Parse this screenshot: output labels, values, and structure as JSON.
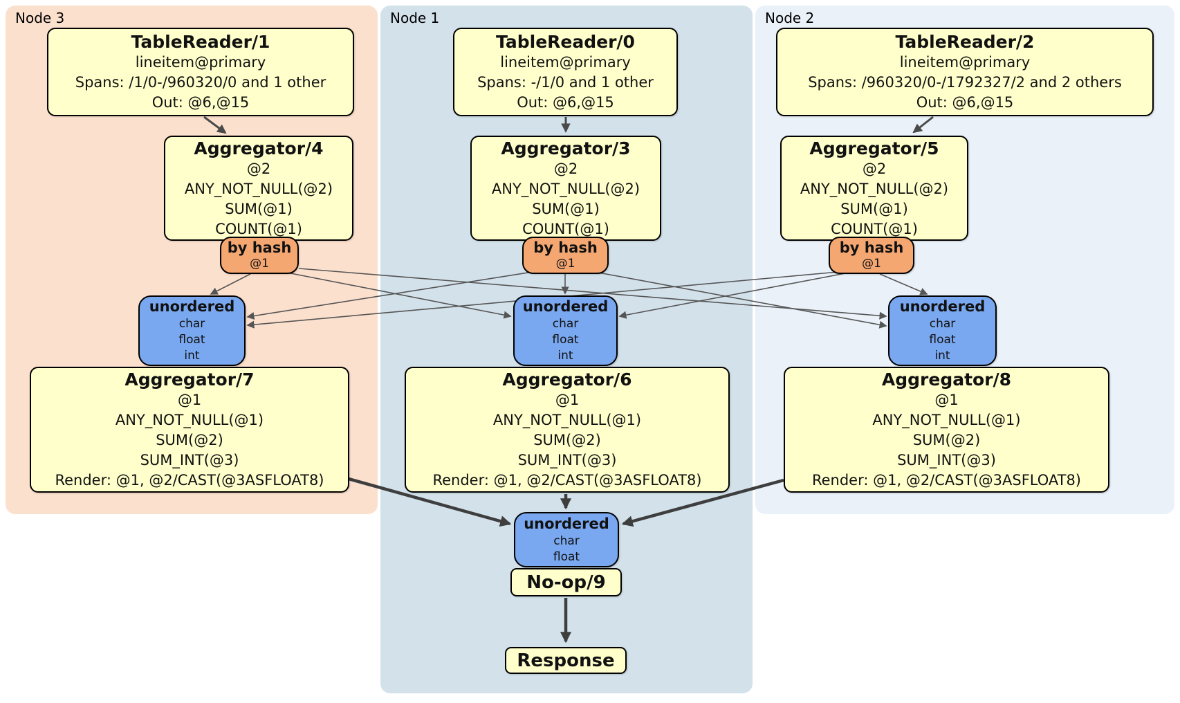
{
  "panels": [
    {
      "id": "node3",
      "label": "Node 3"
    },
    {
      "id": "node1",
      "label": "Node 1"
    },
    {
      "id": "node2",
      "label": "Node 2"
    }
  ],
  "boxes": {
    "tr1": {
      "title": "TableReader/1",
      "lines": [
        "lineitem@primary",
        "Spans: /1/0-/960320/0 and 1 other",
        "Out: @6,@15"
      ]
    },
    "tr0": {
      "title": "TableReader/0",
      "lines": [
        "lineitem@primary",
        "Spans: -/1/0 and 1 other",
        "Out: @6,@15"
      ]
    },
    "tr2": {
      "title": "TableReader/2",
      "lines": [
        "lineitem@primary",
        "Spans: /960320/0-/1792327/2 and 2 others",
        "Out: @6,@15"
      ]
    },
    "agg4": {
      "title": "Aggregator/4",
      "lines": [
        "@2",
        "ANY_NOT_NULL(@2)",
        "SUM(@1)",
        "COUNT(@1)"
      ]
    },
    "agg3": {
      "title": "Aggregator/3",
      "lines": [
        "@2",
        "ANY_NOT_NULL(@2)",
        "SUM(@1)",
        "COUNT(@1)"
      ]
    },
    "agg5": {
      "title": "Aggregator/5",
      "lines": [
        "@2",
        "ANY_NOT_NULL(@2)",
        "SUM(@1)",
        "COUNT(@1)"
      ]
    },
    "hash3": {
      "title": "by hash",
      "lines": [
        "@1"
      ]
    },
    "hash1": {
      "title": "by hash",
      "lines": [
        "@1"
      ]
    },
    "hash2": {
      "title": "by hash",
      "lines": [
        "@1"
      ]
    },
    "sync3": {
      "title": "unordered",
      "lines": [
        "char",
        "float",
        "int"
      ]
    },
    "sync1": {
      "title": "unordered",
      "lines": [
        "char",
        "float",
        "int"
      ]
    },
    "sync2": {
      "title": "unordered",
      "lines": [
        "char",
        "float",
        "int"
      ]
    },
    "agg7": {
      "title": "Aggregator/7",
      "lines": [
        "@1",
        "ANY_NOT_NULL(@1)",
        "SUM(@2)",
        "SUM_INT(@3)",
        "Render: @1, @2/CAST(@3ASFLOAT8)"
      ]
    },
    "agg6": {
      "title": "Aggregator/6",
      "lines": [
        "@1",
        "ANY_NOT_NULL(@1)",
        "SUM(@2)",
        "SUM_INT(@3)",
        "Render: @1, @2/CAST(@3ASFLOAT8)"
      ]
    },
    "agg8": {
      "title": "Aggregator/8",
      "lines": [
        "@1",
        "ANY_NOT_NULL(@1)",
        "SUM(@2)",
        "SUM_INT(@3)",
        "Render: @1, @2/CAST(@3ASFLOAT8)"
      ]
    },
    "merge": {
      "title": "unordered",
      "lines": [
        "char",
        "float"
      ]
    },
    "noop": {
      "title": "No-op/9"
    },
    "response": {
      "title": "Response"
    }
  },
  "colors": {
    "panel_node3": "#FCE0CE",
    "panel_node1": "#D3E1EA",
    "panel_node2": "#EAF1F9",
    "processor_fill": "#FFFFCC",
    "router_fill": "#F5A772",
    "sync_fill": "#7AA8F0",
    "edge": "#555555",
    "edge_thick": "#3E3E3E"
  }
}
